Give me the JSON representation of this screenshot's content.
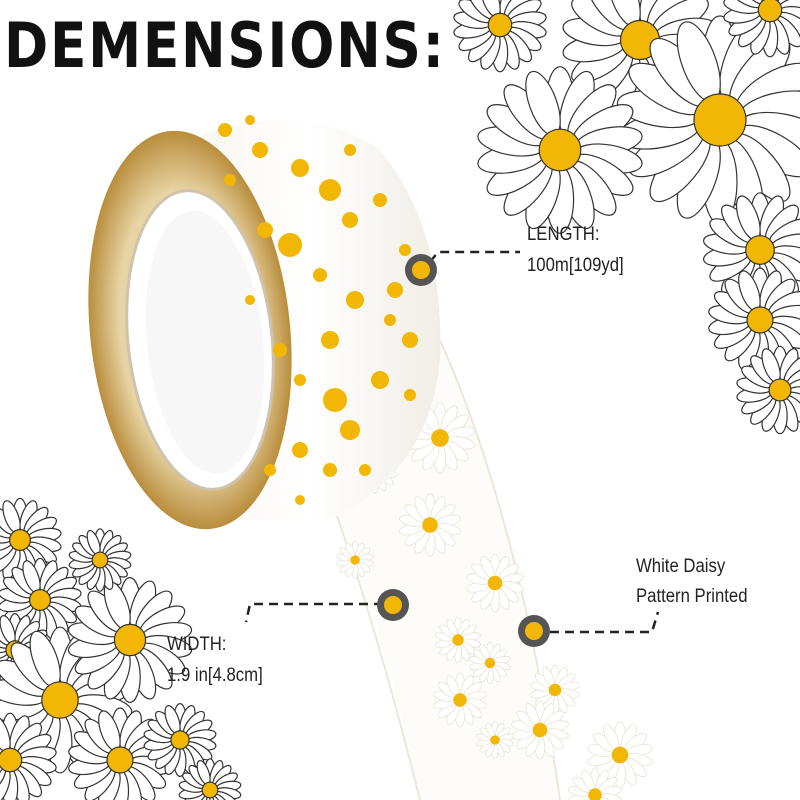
{
  "heading": "DEMENSIONS:",
  "callouts": {
    "length": {
      "label": "LENGTH:",
      "value": "100m[109yd]"
    },
    "width": {
      "label": "WIDTH:",
      "value": "1.9 in[4.8cm]"
    },
    "pattern": {
      "line1": "White Daisy",
      "line2": "Pattern Printed"
    }
  },
  "colors": {
    "petal": "#ffffff",
    "daisy_center": "#f2b705",
    "outline": "#333333",
    "callout_ring": "#555555",
    "dashed_line": "#222222",
    "tape_edge": "#c9a55a"
  }
}
